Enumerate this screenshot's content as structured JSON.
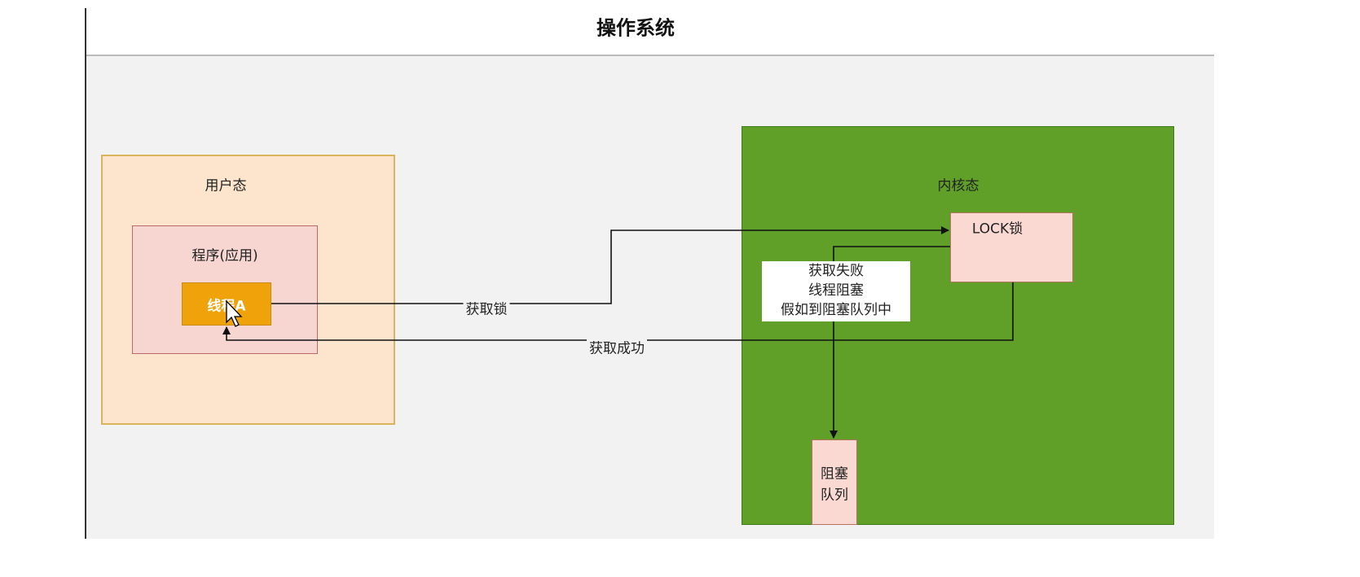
{
  "title": "操作系统",
  "user_mode": {
    "label": "用户态",
    "program": {
      "label": "程序(应用)",
      "thread": "线程A"
    }
  },
  "kernel_mode": {
    "label": "内核态",
    "lock": "LOCK锁",
    "blocked_queue": [
      "阻塞",
      "队列"
    ]
  },
  "edges": {
    "acquire": "获取锁",
    "success": "获取成功",
    "fail": [
      "获取失败",
      "线程阻塞",
      "假如到阻塞队列中"
    ]
  },
  "colors": {
    "user": "#fde5cd",
    "program": "#f7d6d2",
    "thread": "#f0a20b",
    "kernel": "#60a028",
    "lock": "#fad9d3"
  }
}
